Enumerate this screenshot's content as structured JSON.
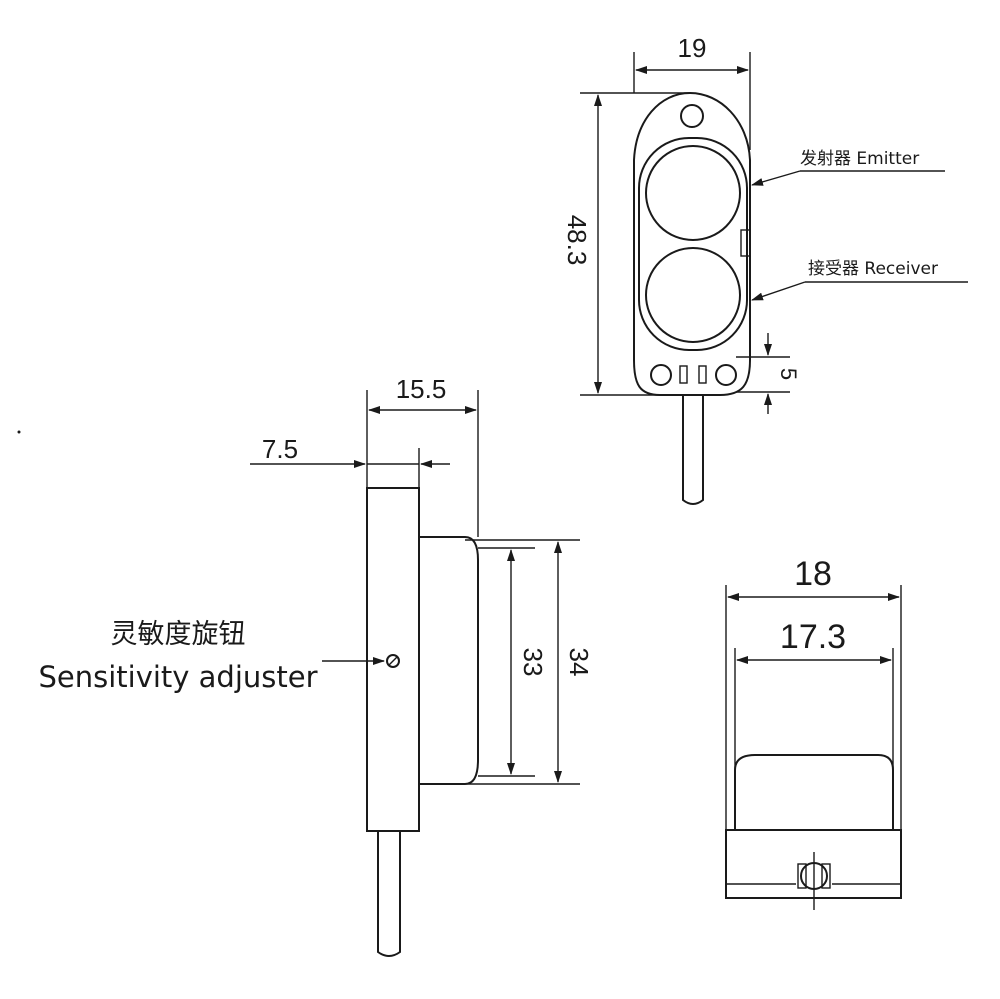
{
  "top_view": {
    "width_dim": "19",
    "height_dim": "48.3",
    "slot_dim": "5",
    "emitter_label": "发射器 Emitter",
    "receiver_label": "接受器 Receiver"
  },
  "side_view": {
    "body_width_dim": "15.5",
    "offset_dim": "7.5",
    "inner_height_dim": "33",
    "outer_height_dim": "34",
    "adjuster_label_cn": "灵敏度旋钮",
    "adjuster_label_en": "Sensitivity adjuster"
  },
  "front_view": {
    "outer_width_dim": "18",
    "inner_width_dim": "17.3"
  }
}
